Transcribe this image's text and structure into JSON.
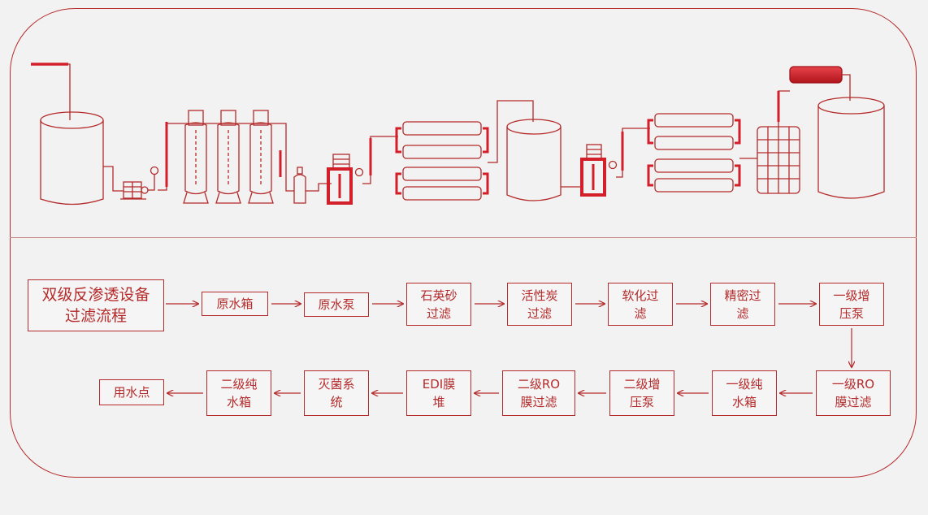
{
  "colors": {
    "primary": "#b52a2a",
    "accent": "#d21f2a",
    "background": "#f2f2f2"
  },
  "equipment_icons": [
    "raw-water-tank-icon",
    "raw-water-pump-icon",
    "sand-filter-icon",
    "carbon-filter-icon",
    "softener-icon",
    "brine-tank-icon",
    "precision-filter-icon",
    "primary-ro-membrane-icon",
    "primary-pure-water-tank-icon",
    "secondary-precision-filter-icon",
    "secondary-ro-membrane-icon",
    "edi-module-icon",
    "sterilizer-icon",
    "secondary-pure-water-tank-icon"
  ],
  "flow": {
    "title": "双级反渗透设备\n过滤流程",
    "steps": [
      "原水箱",
      "原水泵",
      "石英砂\n过滤",
      "活性炭\n过滤",
      "软化过\n滤",
      "精密过\n滤",
      "一级增\n压泵",
      "一级RO\n膜过滤",
      "一级纯\n水箱",
      "二级增\n压泵",
      "二级RO\n膜过滤",
      "EDI膜\n堆",
      "灭菌系\n统",
      "二级纯\n水箱",
      "用水点"
    ]
  }
}
